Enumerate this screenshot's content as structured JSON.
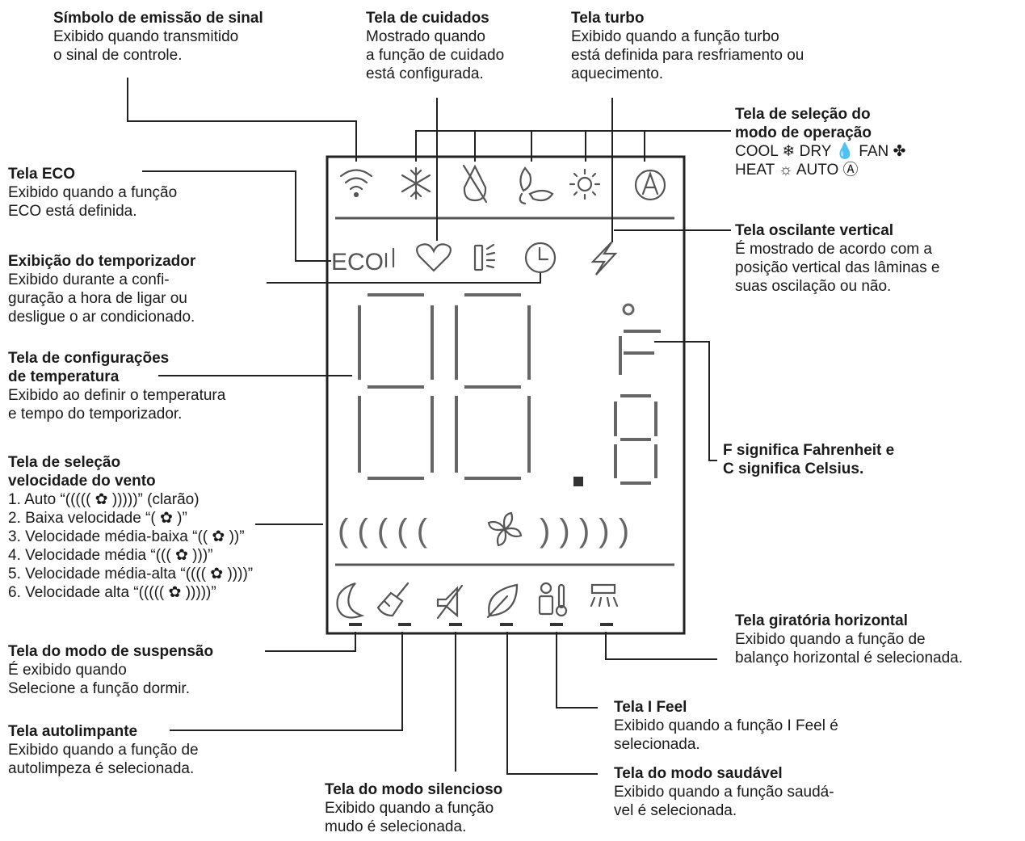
{
  "labels": {
    "signal": {
      "title": "Símbolo de emissão de sinal",
      "desc": [
        "Exibido quando transmitido",
        "o sinal de controle."
      ]
    },
    "care": {
      "title": "Tela de cuidados",
      "desc": [
        "Mostrado quando",
        "a função de cuidado",
        "está configurada."
      ]
    },
    "turbo": {
      "title": "Tela turbo",
      "desc": [
        "Exibido quando a função turbo",
        "está definida para resfriamento ou",
        "aquecimento."
      ]
    },
    "mode": {
      "title": [
        "Tela de seleção do",
        "modo de operação"
      ],
      "keys": [
        "COOL ❄   DRY 💧   FAN ✤",
        "HEAT ☼    AUTO Ⓐ"
      ]
    },
    "eco": {
      "title": "Tela ECO",
      "desc": [
        "Exibido quando a função",
        "ECO está definida."
      ]
    },
    "timer": {
      "title": "Exibição do temporizador",
      "desc": [
        "Exibido durante a confi-",
        "guração a hora de ligar ou",
        "desligue o ar condicionado."
      ]
    },
    "temp": {
      "title": [
        "Tela de configurações",
        "de temperatura"
      ],
      "desc": [
        "Exibido ao definir o temperatura",
        "e tempo do temporizador."
      ]
    },
    "fan": {
      "title": [
        "Tela de seleção",
        "velocidade do vento"
      ],
      "items": [
        "1. Auto “((((( ✿ )))))” (clarão)",
        "2. Baixa velocidade “( ✿ )”",
        "3. Velocidade média-baixa “(( ✿ ))”",
        "4. Velocidade média “((( ✿ )))”",
        "5. Velocidade média-alta “(((( ✿ ))))”",
        "6. Velocidade alta “((((( ✿ )))))”"
      ]
    },
    "swingv": {
      "title": "Tela oscilante vertical",
      "desc": [
        "É mostrado de acordo com a",
        "posição vertical das lâminas e",
        "suas oscilação ou não."
      ]
    },
    "unit": {
      "title": [
        "F significa Fahrenheit e",
        "C significa Celsius."
      ]
    },
    "sleep": {
      "title": "Tela do modo de suspensão",
      "desc": [
        "É exibido quando",
        "Selecione a função dormir."
      ]
    },
    "clean": {
      "title": "Tela autolimpante",
      "desc": [
        "Exibido quando a função de",
        "autolimpeza é selecionada."
      ]
    },
    "quiet": {
      "title": "Tela do modo silencioso",
      "desc": [
        "Exibido quando a função",
        "mudo é selecionada."
      ]
    },
    "healthy": {
      "title": "Tela do modo saudável",
      "desc": [
        "Exibido quando a função saudá-",
        "vel é selecionada."
      ]
    },
    "ifeel": {
      "title": "Tela I Feel",
      "desc": [
        "Exibido quando a função I Feel é",
        "selecionada."
      ]
    },
    "swingh": {
      "title": "Tela giratória horizontal",
      "desc": [
        "Exibido quando a função de",
        "balanço horizontal é selecionada."
      ]
    }
  },
  "lcd": {
    "eco_text": "ECO",
    "unit_text": "°F",
    "fan_brackets_left": "( ( ( ( (",
    "fan_brackets_right": ") ) ) ) )"
  }
}
